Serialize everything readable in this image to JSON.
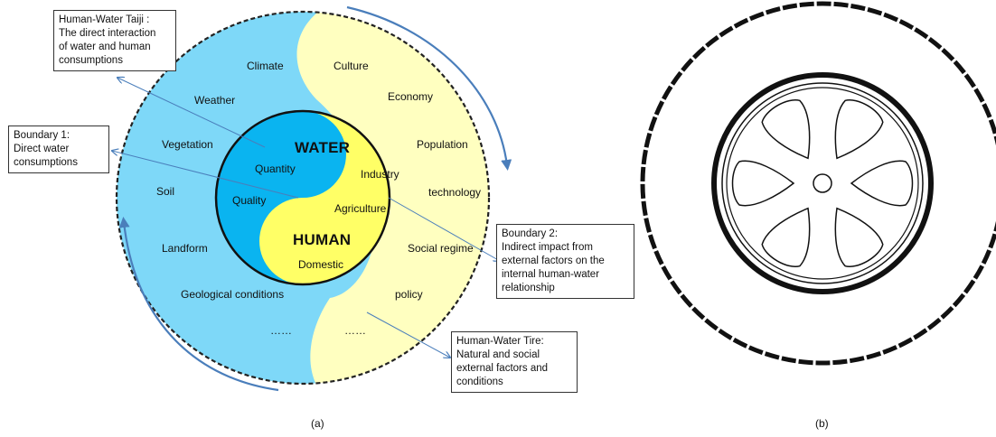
{
  "panel_a": {
    "caption": "(a)",
    "outer_left_factors": [
      "Climate",
      "Weather",
      "Vegetation",
      "Soil",
      "Landform",
      "Geological conditions",
      "……"
    ],
    "outer_right_factors": [
      "Culture",
      "Economy",
      "Population",
      "technology",
      "Social regime",
      "policy",
      "……"
    ],
    "inner": {
      "water_title": "WATER",
      "human_title": "HUMAN",
      "water_items": [
        "Quantity",
        "Quality"
      ],
      "human_items": [
        "Industry",
        "Agriculture",
        "Domestic"
      ]
    },
    "callouts": {
      "taiji": [
        "Human-Water Taiji :",
        "The direct interaction",
        "of water and human",
        "consumptions"
      ],
      "boundary1": [
        "Boundary 1:",
        "Direct water",
        "consumptions"
      ],
      "boundary2": [
        "Boundary 2:",
        "Indirect impact from",
        "external factors on the",
        "internal human-water",
        "relationship"
      ],
      "tire": [
        "Human-Water Tire:",
        "Natural and social",
        "external factors and",
        "conditions"
      ]
    },
    "colors": {
      "water": "#0AB4F0",
      "water_light": "#7ED8F8",
      "human": "#FFFF66",
      "human_light": "#FFFFC0",
      "arrow": "#4A7EBB"
    }
  },
  "panel_b": {
    "caption": "(b)"
  }
}
